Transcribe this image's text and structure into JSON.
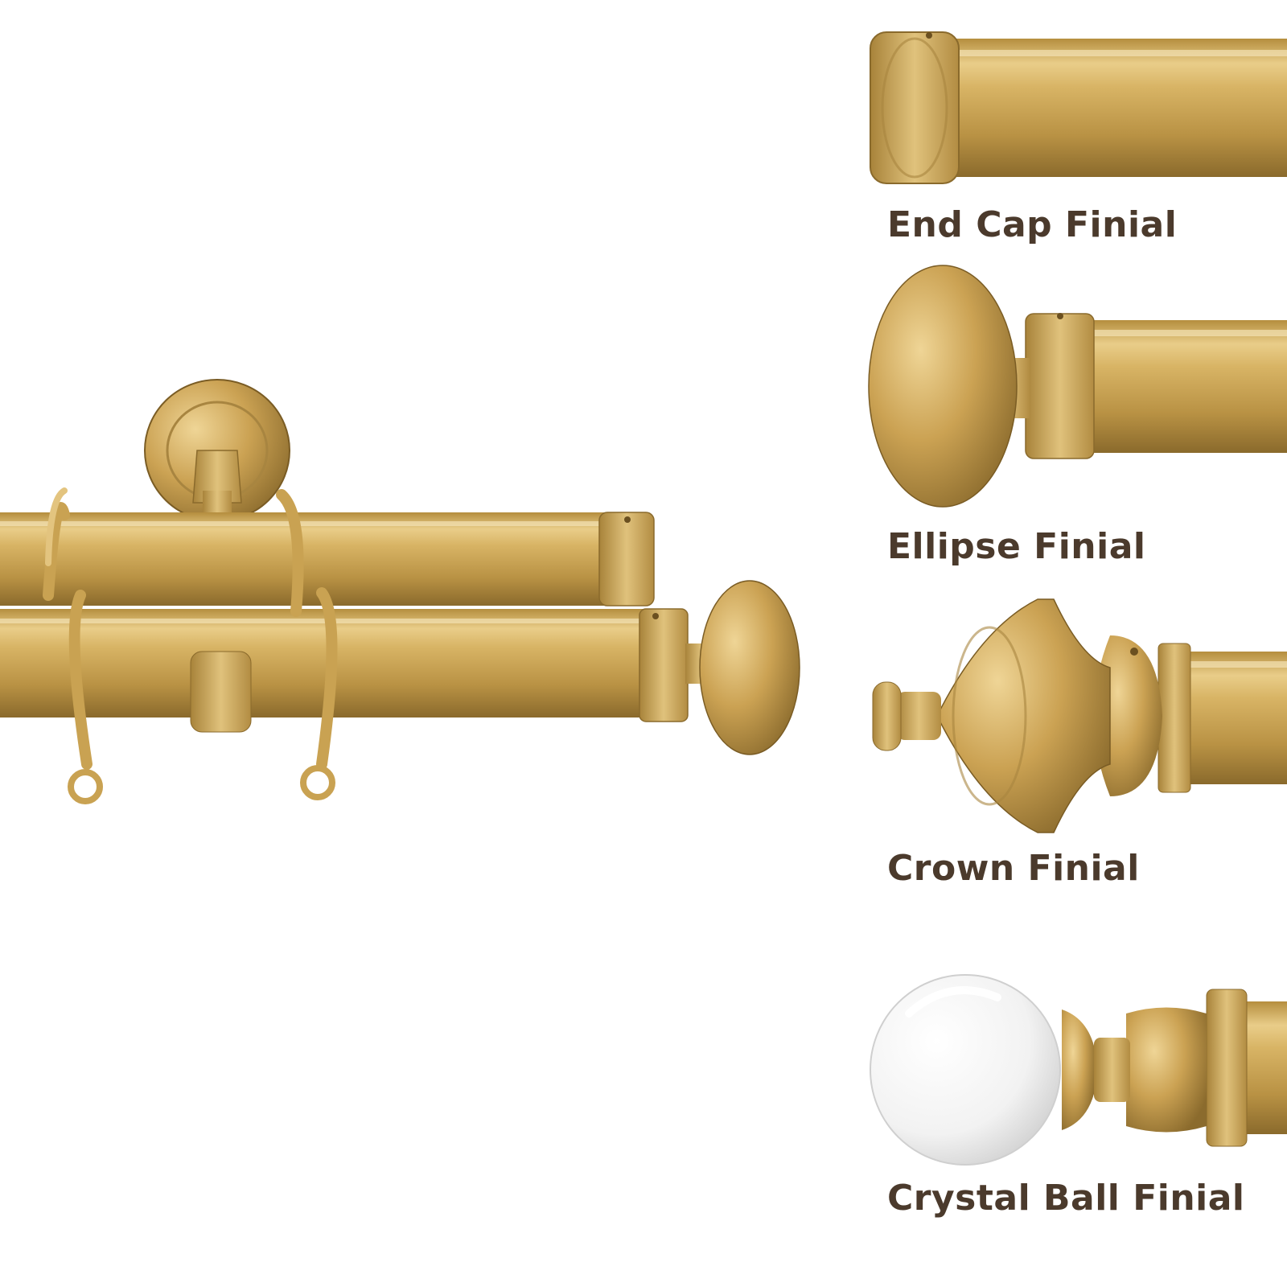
{
  "labels": {
    "end_cap": "End Cap Finial",
    "ellipse": "Ellipse Finial",
    "crown": "Crown Finial",
    "crystal_ball": "Crystal Ball Finial"
  },
  "colors": {
    "label_text": "#4b3a2c",
    "gold_light": "#e6c67d",
    "gold_mid": "#caa14f",
    "gold_dark": "#8a6a2c",
    "background": "#ffffff"
  }
}
